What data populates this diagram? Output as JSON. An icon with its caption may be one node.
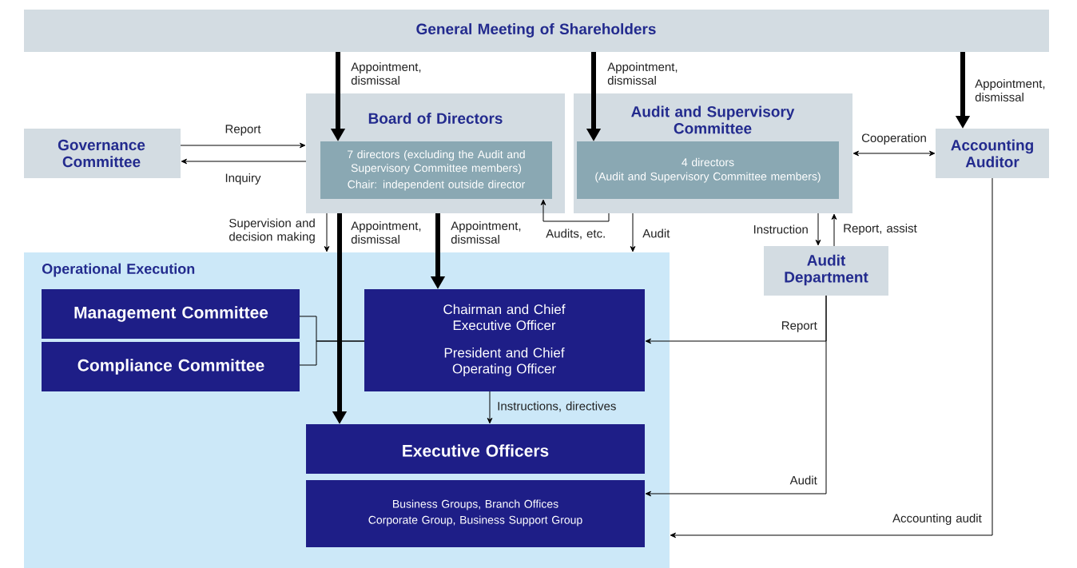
{
  "diagram": {
    "nodes": [
      {
        "text": [
          "General Meeting of Shareholders"
        ]
      },
      {
        "text": [
          "Board of Directors"
        ]
      },
      {
        "text": [
          "7 directors (excluding the Audit and Supervisory Committee members)",
          "Chair: independent outside director"
        ],
        "in": 1
      },
      {
        "text": [
          "Audit and Supervisory Committee"
        ]
      },
      {
        "text": [
          "4 directors",
          "(Audit and Supervisory Committee members)"
        ],
        "in": 3
      },
      {
        "text": [
          "Governance Committee"
        ]
      },
      {
        "text": [
          "Accounting Auditor"
        ]
      },
      {
        "text": [
          "Audit Department"
        ]
      },
      {
        "text": [
          "Operational Execution"
        ]
      },
      {
        "text": [
          "Management Committee"
        ],
        "in": 8
      },
      {
        "text": [
          "Compliance Committee"
        ],
        "in": 8
      },
      {
        "text": [
          "Chairman and Chief Executive Officer",
          "President and Chief Operating Officer"
        ],
        "in": 8
      },
      {
        "text": [
          "Executive Officers"
        ],
        "in": 8
      },
      {
        "text": [
          "Business Groups, Branch Offices",
          "Corporate Group, Business Support Group"
        ],
        "in": 8
      }
    ],
    "edges": [
      {
        "from": 0,
        "to": 2,
        "arrow": "to",
        "label": "Appointment, dismissal",
        "style": "thick"
      },
      {
        "from": 0,
        "to": 4,
        "arrow": "to",
        "label": "Appointment, dismissal",
        "style": "thick"
      },
      {
        "from": 0,
        "to": 6,
        "arrow": "to",
        "label": "Appointment, dismissal",
        "style": "thick"
      },
      {
        "from": 5,
        "to": 1,
        "arrow": "to",
        "label": "Report"
      },
      {
        "from": 1,
        "to": 5,
        "arrow": "to",
        "label": "Inquiry"
      },
      {
        "from": 3,
        "to": 6,
        "arrow": "both",
        "label": "Cooperation"
      },
      {
        "from": 1,
        "to": 8,
        "arrow": "to",
        "label": "Supervision and decision making"
      },
      {
        "from": 1,
        "to": 12,
        "arrow": "to",
        "label": "Appointment, dismissal",
        "style": "thick"
      },
      {
        "from": 1,
        "to": 11,
        "arrow": "to",
        "label": "Appointment, dismissal",
        "style": "thick"
      },
      {
        "from": 3,
        "to": 2,
        "arrow": "to",
        "label": "Audits, etc."
      },
      {
        "from": 3,
        "to": 8,
        "arrow": "to",
        "label": "Audit"
      },
      {
        "from": 3,
        "to": 7,
        "arrow": "to",
        "label": "Instruction"
      },
      {
        "from": 7,
        "to": 3,
        "arrow": "to",
        "label": "Report, assist"
      },
      {
        "from": 7,
        "to": 11,
        "arrow": "to",
        "label": "Report"
      },
      {
        "from": 7,
        "to": 13,
        "arrow": "to",
        "label": "Audit"
      },
      {
        "from": 6,
        "to": 8,
        "arrow": "to",
        "label": "Accounting audit"
      },
      {
        "from": 11,
        "to": 12,
        "arrow": "to",
        "label": "Instructions, directives"
      },
      {
        "from": 9,
        "to": 11,
        "arrow": "none"
      },
      {
        "from": 10,
        "to": 11,
        "arrow": "none"
      }
    ]
  }
}
